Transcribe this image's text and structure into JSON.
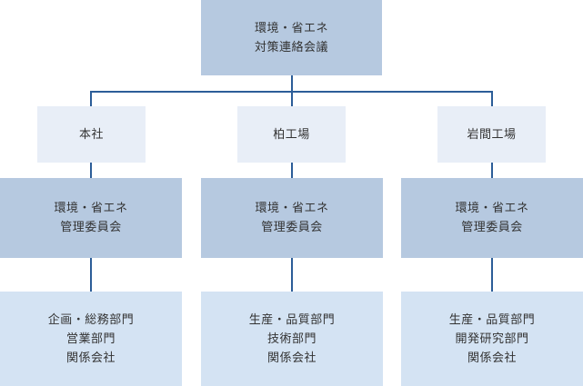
{
  "colors": {
    "connector": "#2c5d98",
    "top_box": "#b6c9e0",
    "site_box": "#e8eef7",
    "committee_box": "#b6c9e0",
    "dept_box": "#d4e3f3",
    "text": "#333333"
  },
  "top": {
    "lines": [
      "環境・省エネ",
      "対策連絡会議"
    ]
  },
  "branches": [
    {
      "site": "本社",
      "committee": [
        "環境・省エネ",
        "管理委員会"
      ],
      "departments": [
        "企画・総務部門",
        "営業部門",
        "関係会社"
      ]
    },
    {
      "site": "柏工場",
      "committee": [
        "環境・省エネ",
        "管理委員会"
      ],
      "departments": [
        "生産・品質部門",
        "技術部門",
        "関係会社"
      ]
    },
    {
      "site": "岩間工場",
      "committee": [
        "環境・省エネ",
        "管理委員会"
      ],
      "departments": [
        "生産・品質部門",
        "開発研究部門",
        "関係会社"
      ]
    }
  ]
}
